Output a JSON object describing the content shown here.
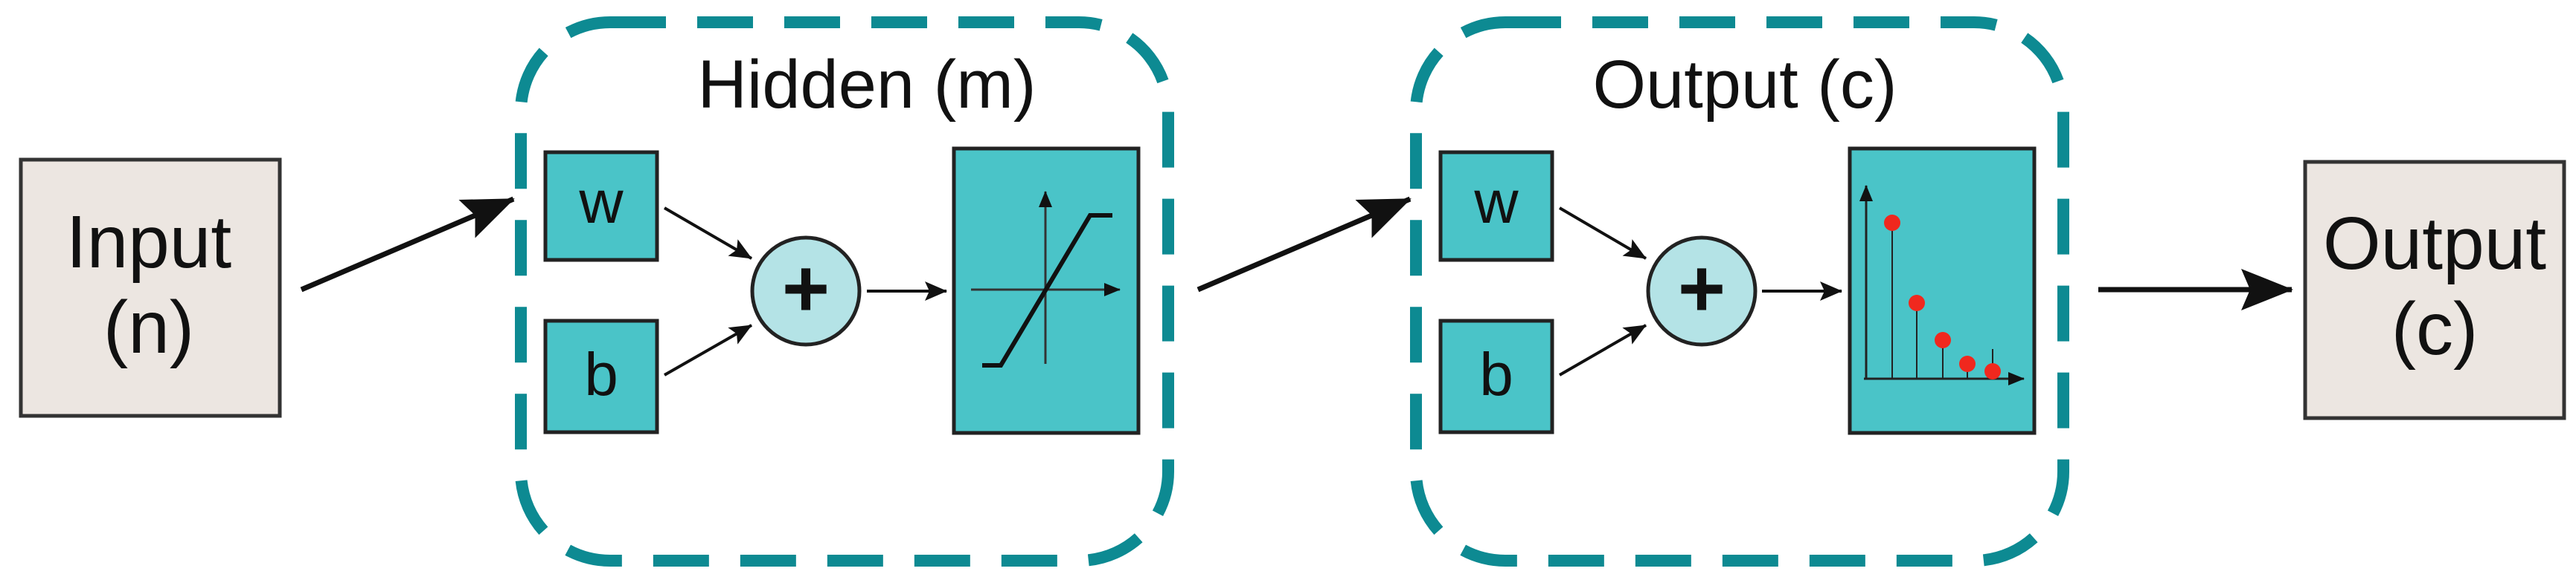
{
  "input_block": {
    "line1": "Input",
    "line2": "(n)"
  },
  "hidden_layer": {
    "title": "Hidden (m)",
    "weight_label": "w",
    "bias_label": "b",
    "sum_symbol": "+",
    "transfer_function": "sigmoid-icon"
  },
  "output_layer": {
    "title": "Output (c)",
    "weight_label": "w",
    "bias_label": "b",
    "sum_symbol": "+",
    "transfer_function": "softmax-stem-icon"
  },
  "output_block": {
    "line1": "Output",
    "line2": "(c)"
  },
  "colors": {
    "teal_fill": "#4ac4c8",
    "teal_border": "#0d8a92",
    "sum_fill": "#b4e3e6",
    "io_fill": "#ece6e1",
    "stem_dot": "#f0281e",
    "stroke": "#111111"
  }
}
